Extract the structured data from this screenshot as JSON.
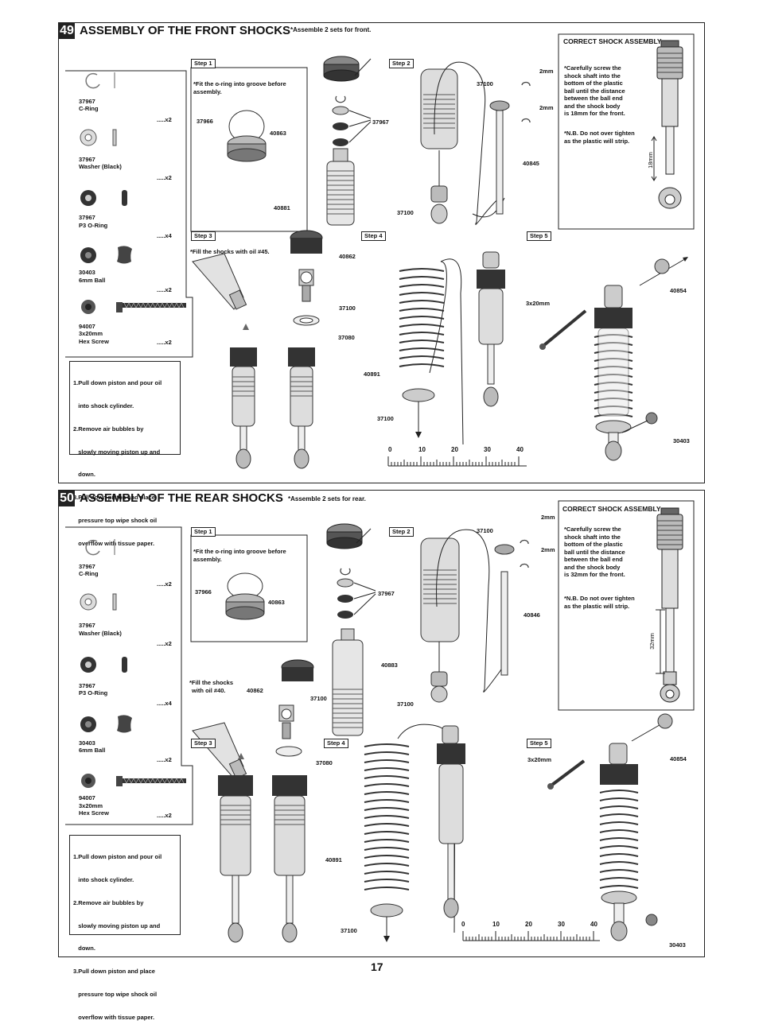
{
  "front": {
    "number": "49",
    "title": "ASSEMBLY OF THE FRONT SHOCKS",
    "note": "*Assemble 2 sets for front.",
    "parts": [
      {
        "code": "37967",
        "name": "C-Ring",
        "qty": ".....x2"
      },
      {
        "code": "37967",
        "name": "Washer (Black)",
        "qty": ".....x2"
      },
      {
        "code": "37967",
        "name": "P3 O-Ring",
        "qty": ".....x4"
      },
      {
        "code": "30403",
        "name": "6mm Ball",
        "qty": ".....x2"
      },
      {
        "code": "94007",
        "name": "3x20mm",
        "name2": "Hex Screw",
        "qty": ".....x2"
      }
    ],
    "instructions": [
      "1.Pull down piston and pour oil",
      "   into shock cylinder.",
      "2.Remove air bubbles by",
      "   slowly moving piston up and",
      "   down.",
      "3.Pull down piston and place",
      "   pressure top wipe shock oil",
      "   overflow with tissue paper."
    ],
    "steps": {
      "s1": "Step 1",
      "s2": "Step 2",
      "s3": "Step 3",
      "s4": "Step 4",
      "s5": "Step 5"
    },
    "step1_note": "*Fit the o-ring into groove before assembly.",
    "fill_note": "*Fill the shocks with oil #45.",
    "callouts": {
      "c37966": "37966",
      "c40863": "40863",
      "c37967": "37967",
      "c40881": "40881",
      "c37100a": "37100",
      "c37100b": "37100",
      "c2mm_a": "2mm",
      "c2mm_b": "2mm",
      "c40845": "40845",
      "c40862": "40862",
      "c37100c": "37100",
      "c37080": "37080",
      "c40891": "40891",
      "c37100d": "37100",
      "c3x20": "3x20mm",
      "c40854": "40854",
      "c30403": "30403"
    },
    "correct": {
      "title": "CORRECT SHOCK  ASSEMBLY",
      "text1": [
        "*Carefully screw the",
        "shock shaft into the",
        "bottom of the plastic",
        "ball until the distance",
        "between the ball end",
        "and the shock body",
        "is 18mm for the front."
      ],
      "text2": [
        "*N.B. Do not over tighten",
        "as the plastic will strip."
      ],
      "dim": "18mm"
    },
    "ruler": [
      "0",
      "10",
      "20",
      "30",
      "40"
    ]
  },
  "rear": {
    "number": "50",
    "title": "ASSEMBLY OF THE REAR SHOCKS",
    "note": "*Assemble 2 sets for rear.",
    "parts": [
      {
        "code": "37967",
        "name": "C-Ring",
        "qty": ".....x2"
      },
      {
        "code": "37967",
        "name": "Washer (Black)",
        "qty": ".....x2"
      },
      {
        "code": "37967",
        "name": "P3 O-Ring",
        "qty": ".....x4"
      },
      {
        "code": "30403",
        "name": "6mm Ball",
        "qty": ".....x2"
      },
      {
        "code": "94007",
        "name": "3x20mm",
        "name2": "Hex Screw",
        "qty": ".....x2"
      }
    ],
    "instructions": [
      "1.Pull down piston and pour oil",
      "   into shock cylinder.",
      "2.Remove air bubbles by",
      "   slowly moving piston up and",
      "   down.",
      "3.Pull down piston and place",
      "   pressure top wipe shock oil",
      "   overflow with tissue paper."
    ],
    "steps": {
      "s1": "Step 1",
      "s2": "Step 2",
      "s3": "Step 3",
      "s4": "Step 4",
      "s5": "Step 5"
    },
    "step1_note": "*Fit the o-ring into groove before assembly.",
    "fill_note_1": "*Fill the shocks",
    "fill_note_2": "with oil #40.",
    "callouts": {
      "c37966": "37966",
      "c40863": "40863",
      "c37967": "37967",
      "c40883": "40883",
      "c37100a": "37100",
      "c37100b": "37100",
      "c2mm_a": "2mm",
      "c2mm_b": "2mm",
      "c40846": "40846",
      "c40862": "40862",
      "c37100c": "37100",
      "c37080": "37080",
      "c40891": "40891",
      "c37100d": "37100",
      "c3x20": "3x20mm",
      "c40854": "40854",
      "c30403": "30403"
    },
    "correct": {
      "title": "CORRECT SHOCK  ASSEMBLY",
      "text1": [
        "*Carefully screw the",
        "shock shaft into the",
        "bottom of the plastic",
        "ball until the distance",
        "between the ball end",
        "and the shock body",
        "is 32mm for the front."
      ],
      "text2": [
        "*N.B. Do not over tighten",
        "as the plastic will strip."
      ],
      "dim": "32mm"
    },
    "ruler": [
      "0",
      "10",
      "20",
      "30",
      "40"
    ]
  },
  "page_number": "17"
}
